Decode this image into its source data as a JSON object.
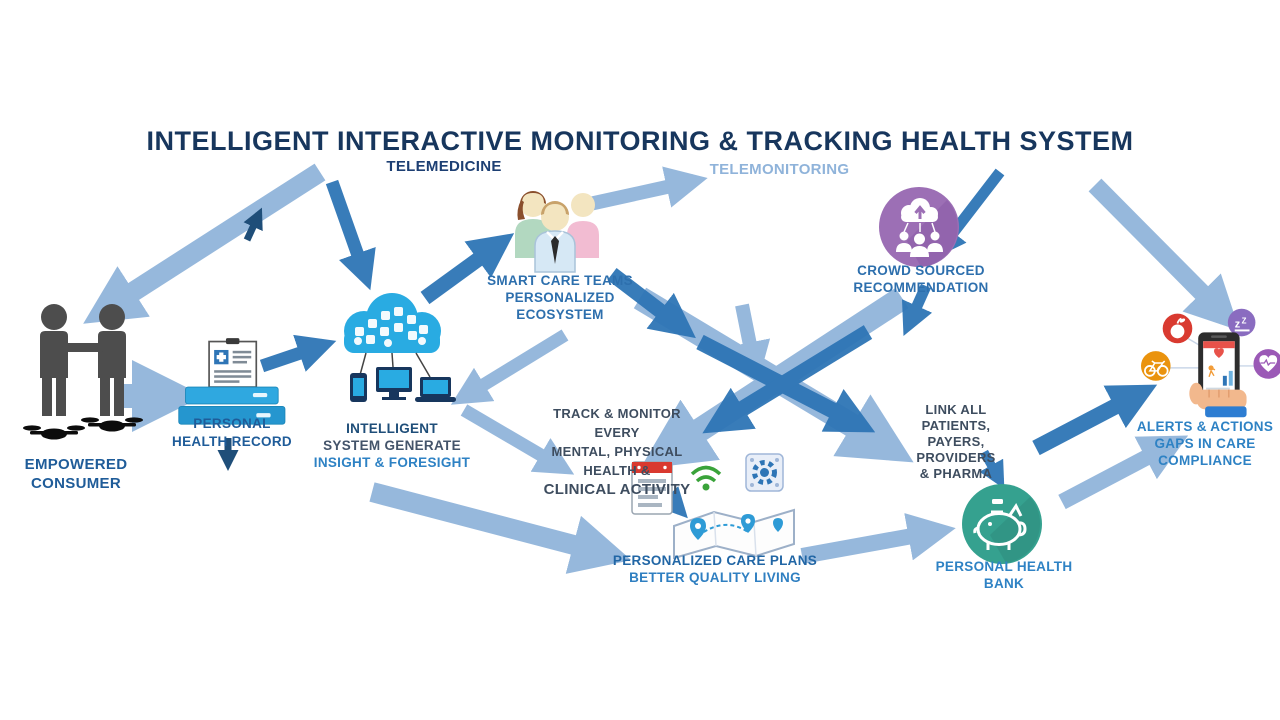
{
  "title": "INTELLIGENT INTERACTIVE MONITORING & TRACKING HEALTH SYSTEM",
  "top_labels": {
    "left": "TELEMEDICINE",
    "right": "TELEMONITORING"
  },
  "nodes": {
    "empowered_consumer": {
      "icon": "handshake-drones-icon",
      "lines": [
        "EMPOWERED",
        "CONSUMER"
      ]
    },
    "personal_health_record": {
      "icon": "medical-record-icon",
      "lines": [
        "PERSONAL",
        "HEALTH RECORD"
      ]
    },
    "intelligent_system": {
      "icon": "cloud-devices-icon",
      "lines": [
        "INTELLIGENT",
        "SYSTEM GENERATE",
        "INSIGHT & FORESIGHT"
      ]
    },
    "smart_care_teams": {
      "icon": "care-team-icon",
      "lines": [
        "SMART CARE TEAMS",
        "PERSONALIZED ECOSYSTEM"
      ]
    },
    "track_monitor": {
      "lines": [
        "TRACK & MONITOR",
        "EVERY",
        "MENTAL, PHYSICAL",
        "HEALTH &",
        "CLINICAL ACTIVITY"
      ]
    },
    "personalized_care_plans": {
      "icon": "care-plan-map-icon",
      "lines": [
        "PERSONALIZED CARE PLANS",
        "BETTER QUALITY LIVING"
      ]
    },
    "crowd_sourced": {
      "icon": "crowd-cloud-icon",
      "lines": [
        "CROWD SOURCED",
        "RECOMMENDATION"
      ]
    },
    "link_all": {
      "lines": [
        "LINK ALL",
        "PATIENTS,",
        "PAYERS,",
        "PROVIDERS",
        "& PHARMA"
      ]
    },
    "personal_health_bank": {
      "icon": "piggy-bank-icon",
      "lines": [
        "PERSONAL HEALTH",
        "BANK"
      ]
    },
    "alerts_actions": {
      "icon": "health-app-phone-icon",
      "lines": [
        "ALERTS & ACTIONS",
        "GAPS IN CARE",
        "COMPLIANCE"
      ]
    }
  },
  "colors": {
    "title_navy": "#17365d",
    "label_blue": "#1f5c99",
    "label_bright": "#2e82c4",
    "arrow_light": "#8fb3da",
    "arrow_medium": "#2e75b6",
    "crowd_purple": "#9c6fb5",
    "bank_teal": "#35a18f",
    "apple_red": "#d93a30",
    "bike_orange": "#ea930e",
    "cloud_blue": "#29abe2"
  }
}
